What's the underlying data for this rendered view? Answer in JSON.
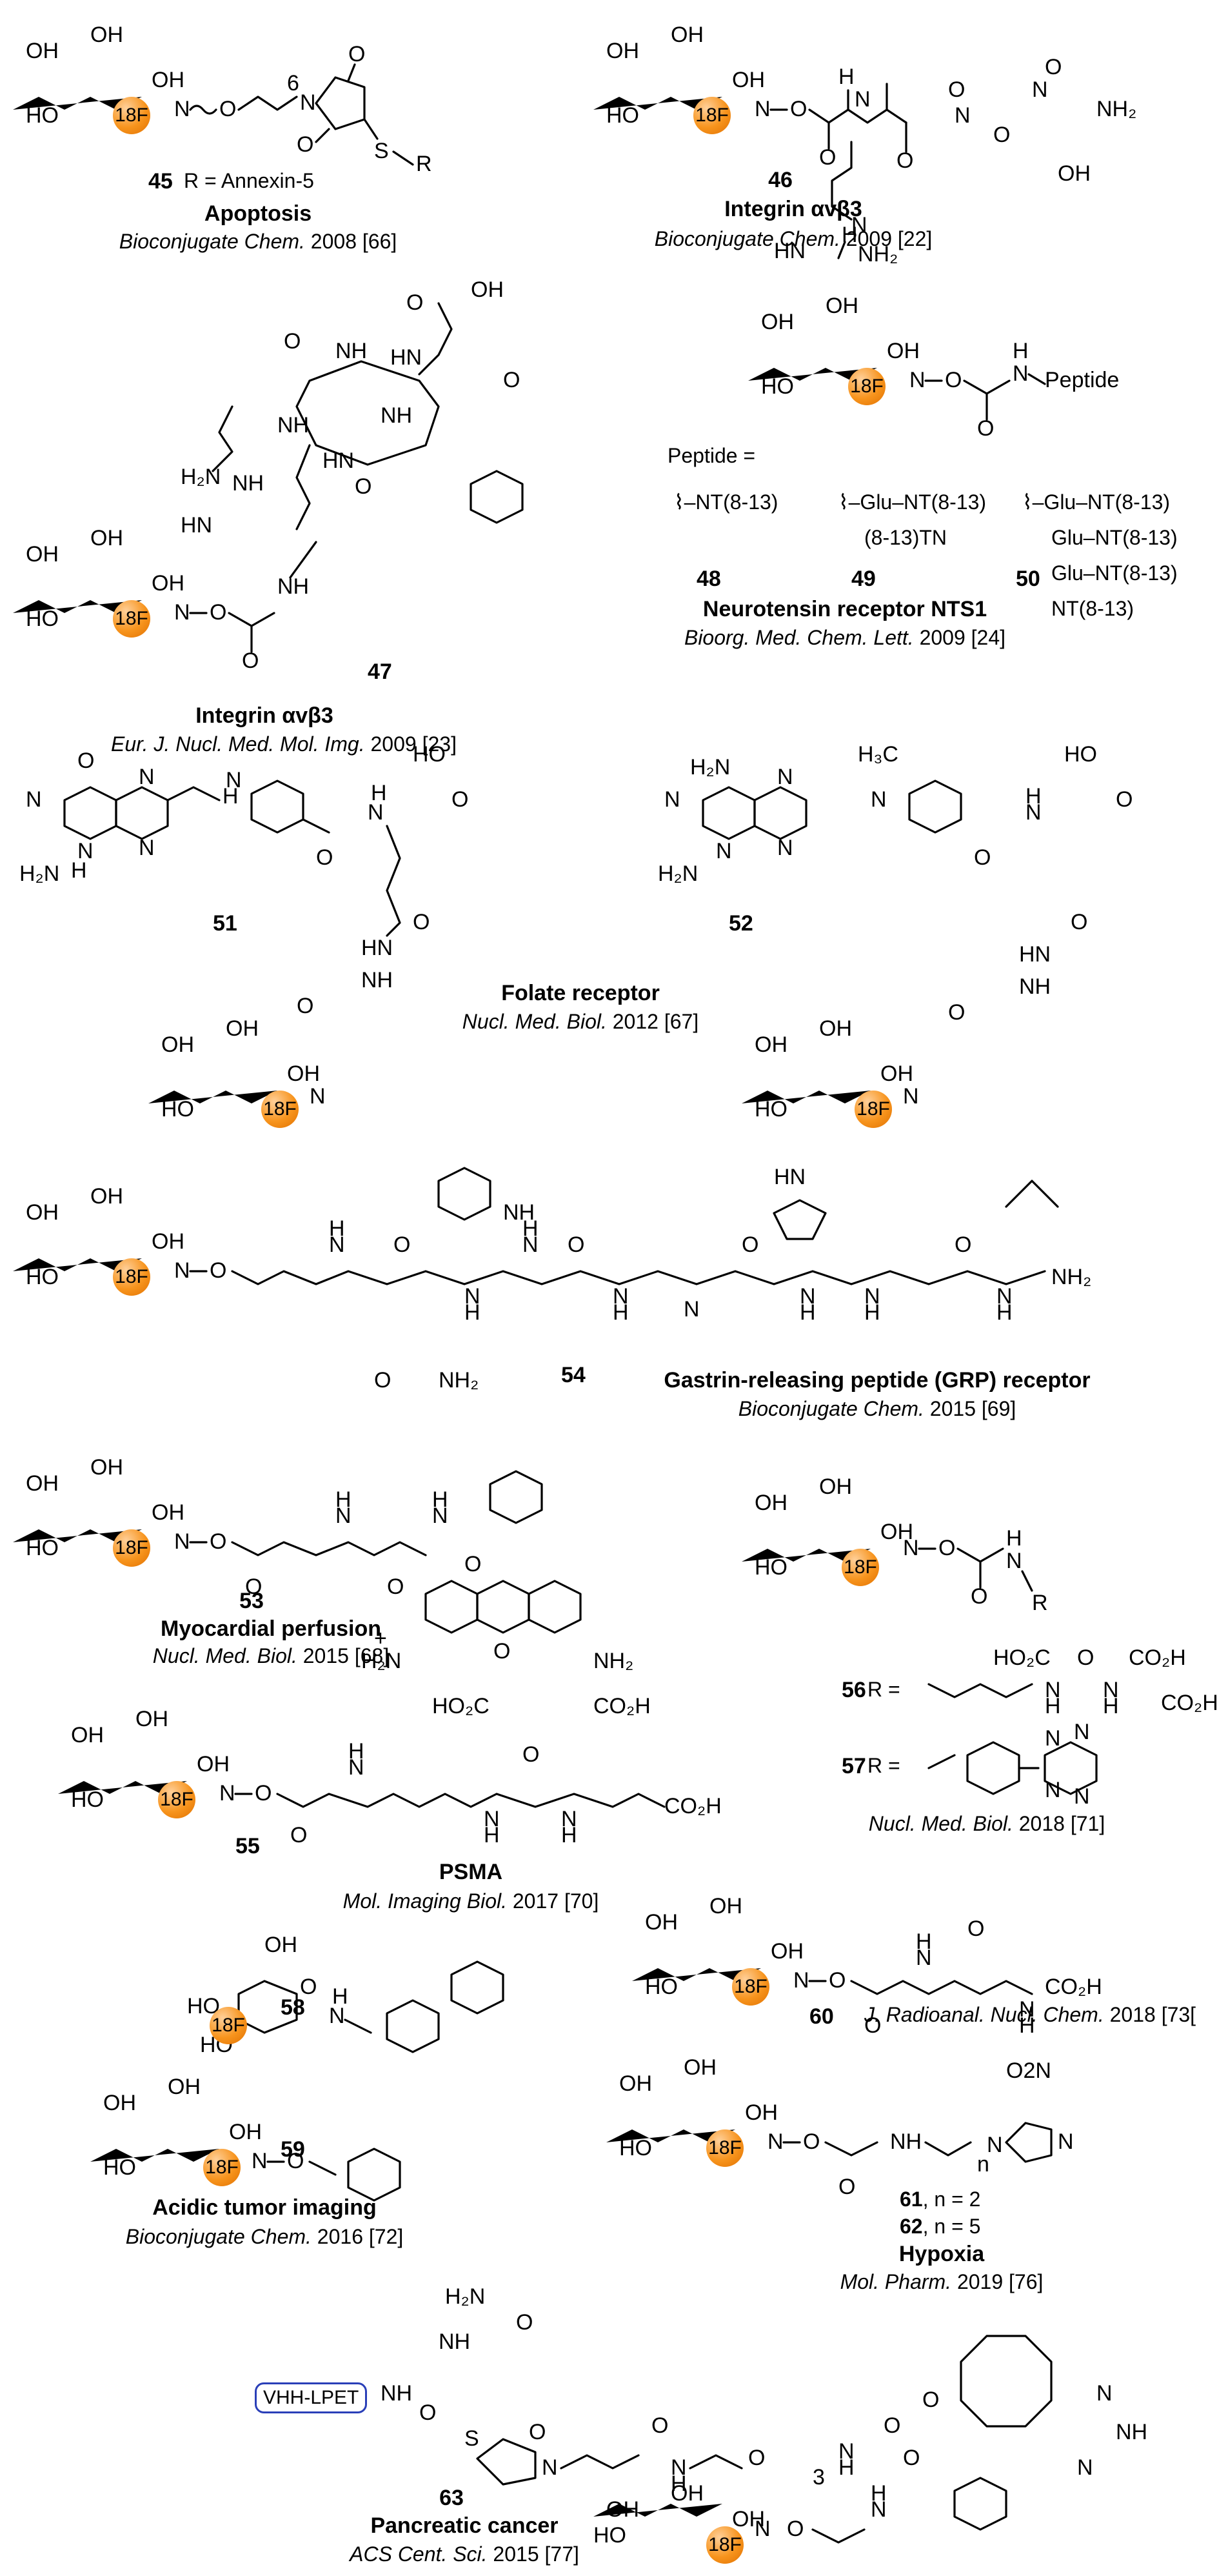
{
  "figure": {
    "label_18F": "18F",
    "compounds": {
      "c45": {
        "num": "45",
        "r_def": "R = Annexin-5",
        "target": "Apoptosis",
        "journal": "Bioconjugate Chem.",
        "year_ref": " 2008 [66]"
      },
      "c46": {
        "num": "46",
        "target": "Integrin αvβ3",
        "journal": "Bioconjugate Chem.",
        "year_ref": " 2009 [22]"
      },
      "c47": {
        "num": "47",
        "target": "Integrin αvβ3",
        "journal": "Eur. J. Nucl. Med. Mol. Img.",
        "year_ref": " 2009 [23]"
      },
      "c48_50": {
        "peptide_label": "Peptide =",
        "num48": "48",
        "num49": "49",
        "num50": "50",
        "target": "Neurotensin receptor NTS1",
        "journal": "Bioorg. Med. Chem. Lett.",
        "year_ref": " 2009 [24]"
      },
      "c51_52": {
        "num51": "51",
        "num52": "52",
        "target": "Folate receptor",
        "journal": "Nucl. Med. Biol.",
        "year_ref": " 2012 [67]"
      },
      "c54": {
        "num": "54",
        "target": "Gastrin-releasing peptide (GRP) receptor",
        "journal": "Bioconjugate Chem.",
        "year_ref": " 2015 [69]"
      },
      "c53": {
        "num": "53",
        "target": "Myocardial perfusion",
        "journal": "Nucl. Med. Biol.",
        "year_ref": " 2015 [68]"
      },
      "c56_57": {
        "num56": "56",
        "num57": "57",
        "r_eq": "R =",
        "journal": "Nucl. Med. Biol.",
        "year_ref": " 2018 [71]"
      },
      "c55": {
        "num": "55",
        "target": "PSMA",
        "journal": "Mol. Imaging Biol.",
        "year_ref": " 2017 [70]"
      },
      "c58": {
        "num": "58"
      },
      "c59": {
        "num": "59",
        "target": "Acidic tumor imaging",
        "journal": "Bioconjugate Chem.",
        "year_ref": " 2016 [72]"
      },
      "c60": {
        "num": "60",
        "journal": "J. Radioanal. Nucl. Chem.",
        "year_ref": " 2018 [73["
      },
      "c61_62": {
        "num61": "61",
        "n61": ", n = 2",
        "num62": "62",
        "n62": ", n = 5",
        "target": "Hypoxia",
        "journal": "Mol. Pharm.",
        "year_ref": " 2019 [76]"
      },
      "c63": {
        "num": "63",
        "target": "Pancreatic cancer",
        "journal": "ACS Cent. Sci.",
        "year_ref": " 2015 [77]",
        "vhh": "VHH-LPET"
      }
    },
    "peptide_fragments": {
      "nt": "NT(8-13)",
      "glu": "Glu",
      "tn": "(8-13)TN"
    },
    "atoms": {
      "OH": "OH",
      "HO": "HO",
      "N": "N",
      "O": "O",
      "H": "H",
      "NH": "NH",
      "NH2": "NH2",
      "S": "S",
      "CO2H": "CO2H",
      "HO2C": "HO2C",
      "H2N": "H2N",
      "HN": "HN",
      "NO2": "O2N",
      "H3C": "H3C",
      "Peptide": "Peptide"
    }
  }
}
